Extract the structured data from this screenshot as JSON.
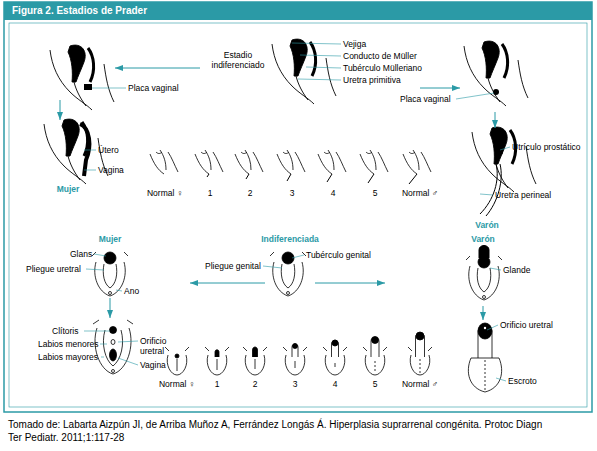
{
  "diagram": {
    "title": "Figura 2. Estadios de Prader",
    "caption": "Tomado de: Labarta Aizpún JI, de Arriba Muñoz A, Ferrández Longás Á. Hiperplasia suprarrenal congénita. Protoc Diagn Ter Pediatr. 2011;1:117-28",
    "nodes": [
      {
        "text": [
          "Placa vaginal"
        ]
      },
      {
        "text": [
          "Estadio indiferenciado",
          "Vejiga",
          "Conducto de Müller",
          "Tubérculo Mülleriano",
          "Uretra primitiva"
        ]
      },
      {
        "text": [
          "Placa vaginal"
        ]
      },
      {
        "text": [
          "Útero",
          "Vagina",
          "Mujer"
        ]
      },
      {
        "text": [
          "Utrículo prostático",
          "Uretra perineal",
          "Varón"
        ]
      },
      {
        "text": [
          "Mujer",
          "Glans",
          "Pliegue uretral",
          "Ano"
        ]
      },
      {
        "text": [
          "Indiferenciada",
          "Pliegue genital",
          "Tubérculo genital"
        ]
      },
      {
        "text": [
          "Varón",
          "Glande"
        ]
      },
      {
        "text": [
          "Clítoris",
          "Labios menores",
          "Labios mayores",
          "Orificio uretral",
          "Vagina"
        ]
      },
      {
        "text": [
          "Orificio uretral",
          "Escroto"
        ]
      }
    ],
    "edges": [
      {
        "from": 1,
        "to": 0,
        "arrow": "to"
      },
      {
        "from": 1,
        "to": 2,
        "arrow": "to"
      },
      {
        "from": 0,
        "to": 3,
        "arrow": "to"
      },
      {
        "from": 2,
        "to": 4,
        "arrow": "to"
      },
      {
        "from": 6,
        "to": 5,
        "arrow": "to"
      },
      {
        "from": 6,
        "to": 7,
        "arrow": "to"
      },
      {
        "from": 5,
        "to": 8,
        "arrow": "to"
      },
      {
        "from": 7,
        "to": 9,
        "arrow": "to"
      }
    ],
    "labels": [
      "Normal ♀",
      "1",
      "2",
      "3",
      "4",
      "5",
      "Normal ♂",
      "Normal ♀",
      "1",
      "2",
      "3",
      "4",
      "5",
      "Normal ♂"
    ]
  }
}
